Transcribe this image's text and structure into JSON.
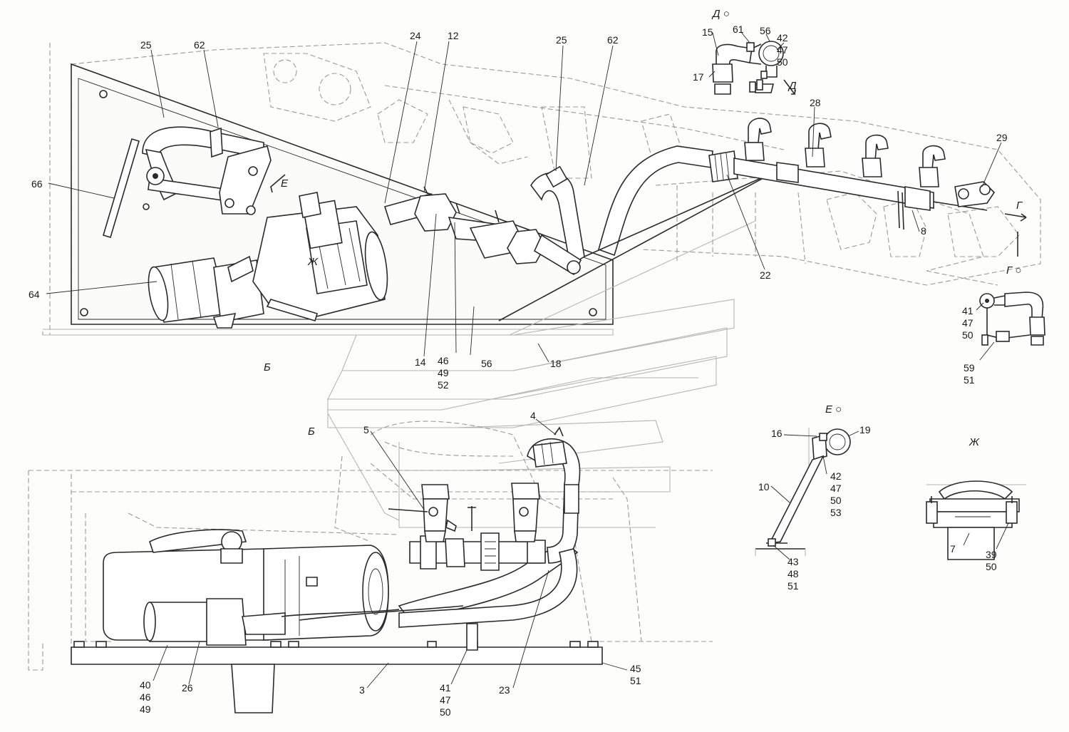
{
  "colors": {
    "line": "#2a2a2a",
    "hidden": "#9a9a9a",
    "light": "#c4c4c4",
    "fill": "#f1f1ef"
  },
  "views": {
    "D": "Д ○",
    "D_arrow": "Д",
    "G": "Г ○",
    "G_arrow": "Г",
    "E": "Е ○",
    "E_arrow": "Е",
    "Zh": "Ж",
    "Zh_mark": "Ж",
    "B": "Б",
    "B_arrow": "Б"
  },
  "callouts": {
    "c25a": "25",
    "c62a": "62",
    "c24": "24",
    "c12": "12",
    "c25b": "25",
    "c62b": "62",
    "c66": "66",
    "c64": "64",
    "c14": "14",
    "c22": "22",
    "c28": "28",
    "c29": "29",
    "c8": "8",
    "c18": "18",
    "c5": "5",
    "c4": "4",
    "c3": "3",
    "c26": "26",
    "c23": "23",
    "c15": "15",
    "c61": "61",
    "c56a": "56",
    "c17": "17",
    "c16": "16",
    "c19": "19",
    "c10": "10",
    "c7": "7",
    "s42_47_50_top": [
      "42",
      "47",
      "50"
    ],
    "s46_49_52": [
      "46",
      "49",
      "52"
    ],
    "c56b": "56",
    "s41_47_50_g": [
      "41",
      "47",
      "50"
    ],
    "s59_51": [
      "59",
      "51"
    ],
    "s42_47_50_53": [
      "42",
      "47",
      "50",
      "53"
    ],
    "s43_48_51": [
      "43",
      "48",
      "51"
    ],
    "s39_50": [
      "39",
      "50"
    ],
    "s40_46_49": [
      "40",
      "46",
      "49"
    ],
    "s41_47_50_b": [
      "41",
      "47",
      "50"
    ],
    "s45_51": [
      "45",
      "51"
    ]
  }
}
